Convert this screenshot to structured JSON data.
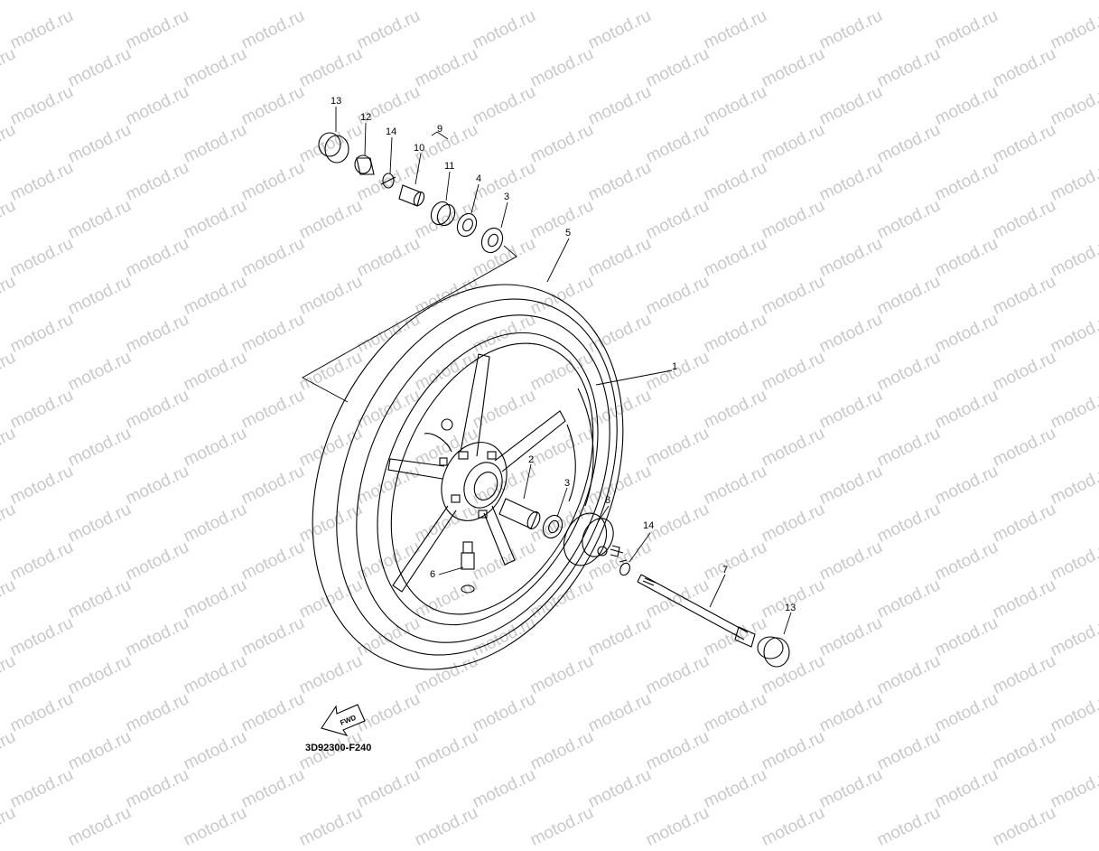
{
  "watermark": "motod.ru",
  "diagram_code": "3D92300-F240",
  "fwd_label": "FWD",
  "callouts": {
    "c1": "1",
    "c2": "2",
    "c3a": "3",
    "c3b": "3",
    "c4": "4",
    "c5": "5",
    "c6": "6",
    "c7": "7",
    "c8": "8",
    "c9": "9",
    "c10": "10",
    "c11": "11",
    "c12": "12",
    "c13a": "13",
    "c13b": "13",
    "c14a": "14",
    "c14b": "14"
  }
}
